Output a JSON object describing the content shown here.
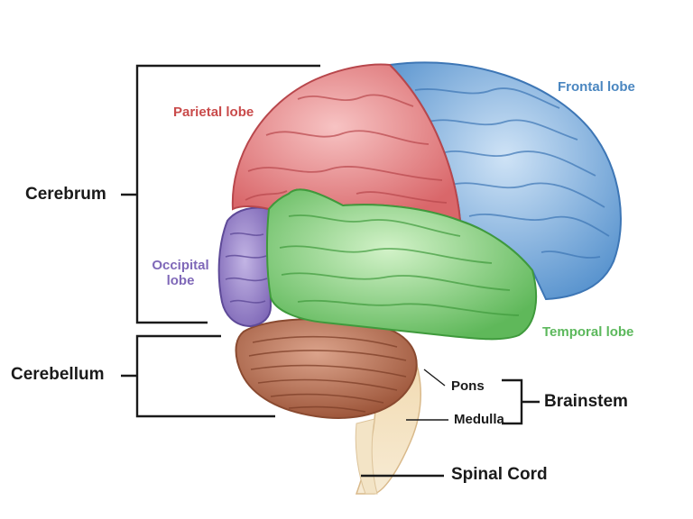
{
  "labels": {
    "cerebrum": "Cerebrum",
    "cerebellum": "Cerebellum",
    "parietal": "Parietal lobe",
    "frontal": "Frontal lobe",
    "occipital_line1": "Occipital",
    "occipital_line2": "lobe",
    "temporal": "Temporal lobe",
    "pons": "Pons",
    "medulla": "Medulla",
    "brainstem": "Brainstem",
    "spinal_cord": "Spinal Cord"
  },
  "colors": {
    "parietal": "#e07b7b",
    "frontal": "#6ea6d8",
    "occipital": "#8e79bf",
    "temporal": "#7dcc78",
    "cerebellum": "#b46a4e",
    "brainstem": "#ecd3a8",
    "parietal_text": "#c94b4b",
    "frontal_text": "#4a86c0",
    "occipital_text": "#7f68b8",
    "temporal_text": "#5cb85c"
  }
}
